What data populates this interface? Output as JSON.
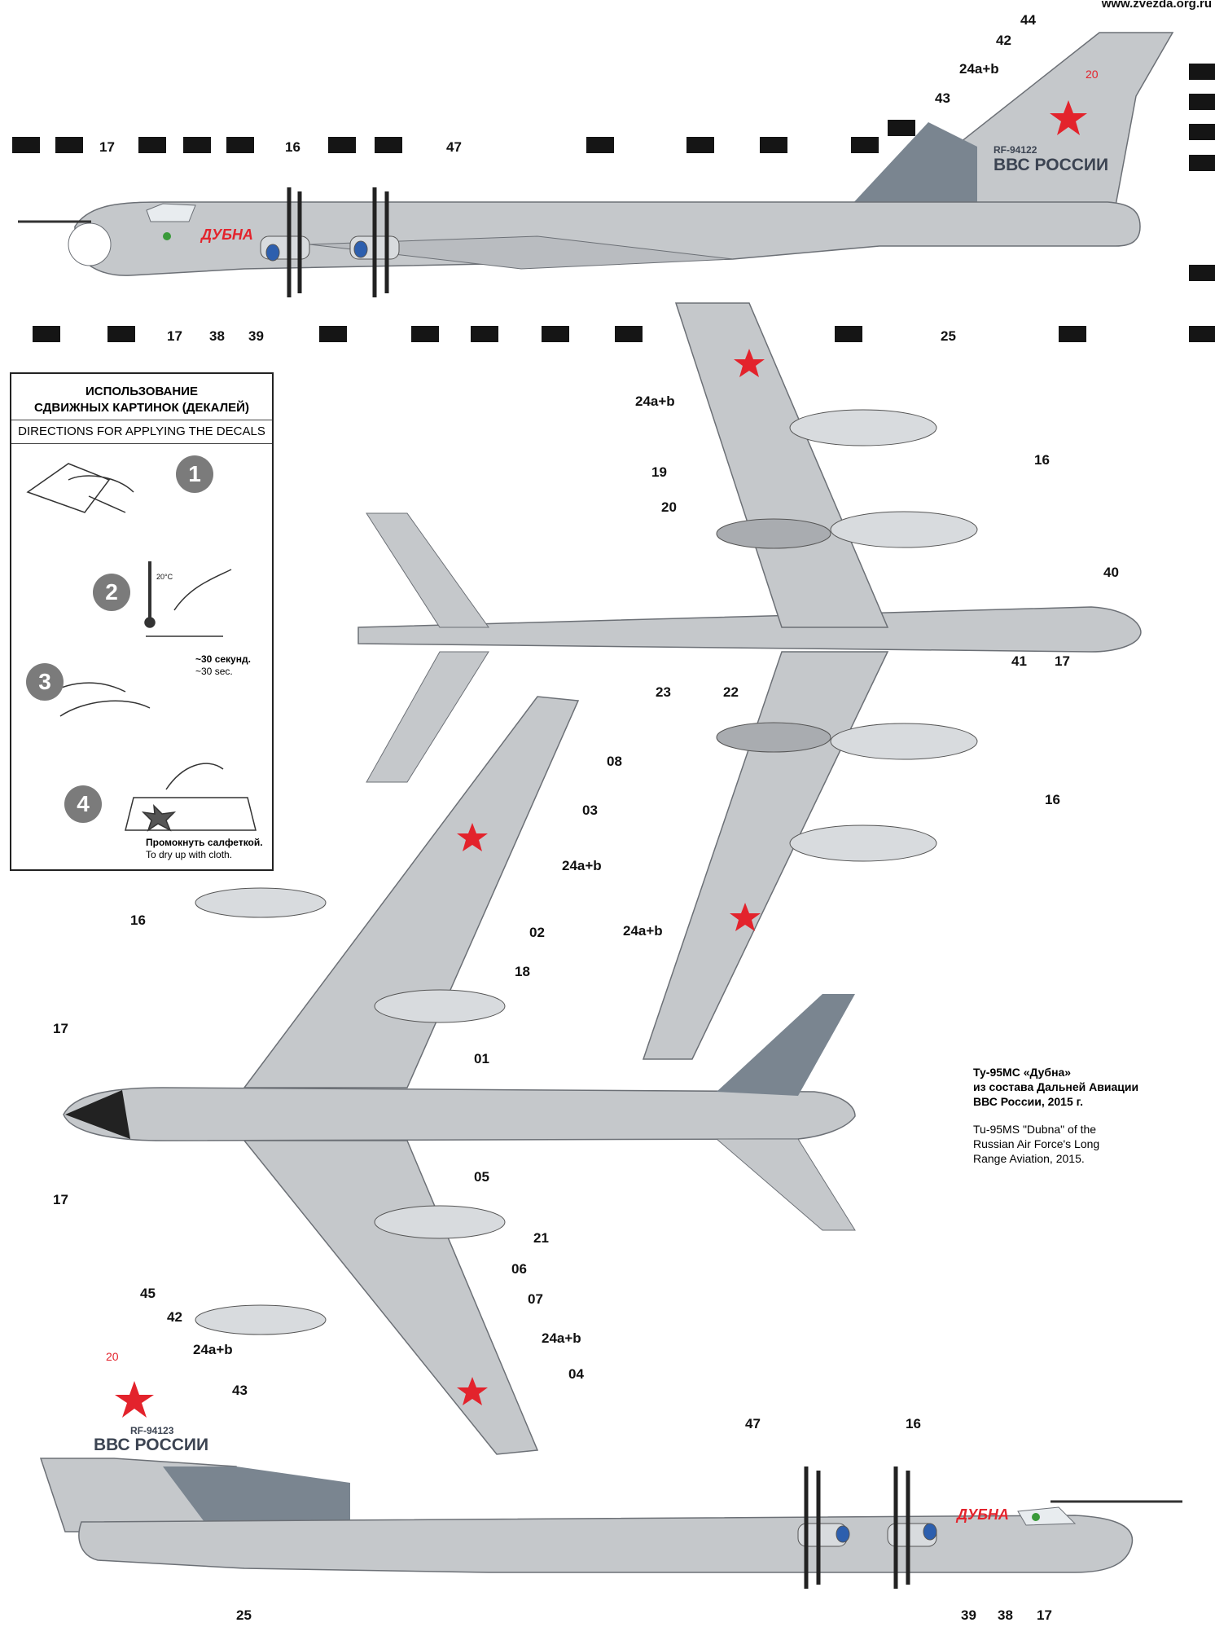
{
  "website": "www.zvezda.org.ru",
  "instructions": {
    "title_ru_line1": "ИСПОЛЬЗОВАНИЕ",
    "title_ru_line2": "СДВИЖНЫХ КАРТИНОК (ДЕКАЛЕЙ)",
    "title_en": "DIRECTIONS  FOR APPLYING THE DECALS",
    "steps": [
      "1",
      "2",
      "3",
      "4"
    ],
    "thermometer_label": "20°C",
    "time_note_ru": "~30 секунд.",
    "time_note_en": "~30 sec.",
    "dry_note_ru": "Промокнуть салфеткой.",
    "dry_note_en": "To dry up with cloth."
  },
  "caption": {
    "ru_line1": "Ту-95МС «Дубна»",
    "ru_line2": "из состава Дальней Авиации",
    "ru_line3": "ВВС России, 2015 г.",
    "en_line1": "Tu-95MS \"Dubna\" of the",
    "en_line2": "Russian Air Force's Long",
    "en_line3": "Range Aviation, 2015."
  },
  "aircraft_markings": {
    "name_on_nose": "ДУБНА",
    "air_force_text": "ВВС РОССИИ",
    "registration_top": "RF-94122",
    "registration_bottom": "RF-94123",
    "tail_number": "20"
  },
  "colors": {
    "aircraft_gray": "#c5c8cb",
    "tail_blue_gray": "#7a8590",
    "star_red": "#e3232c",
    "callout_black": "#151515"
  }
}
